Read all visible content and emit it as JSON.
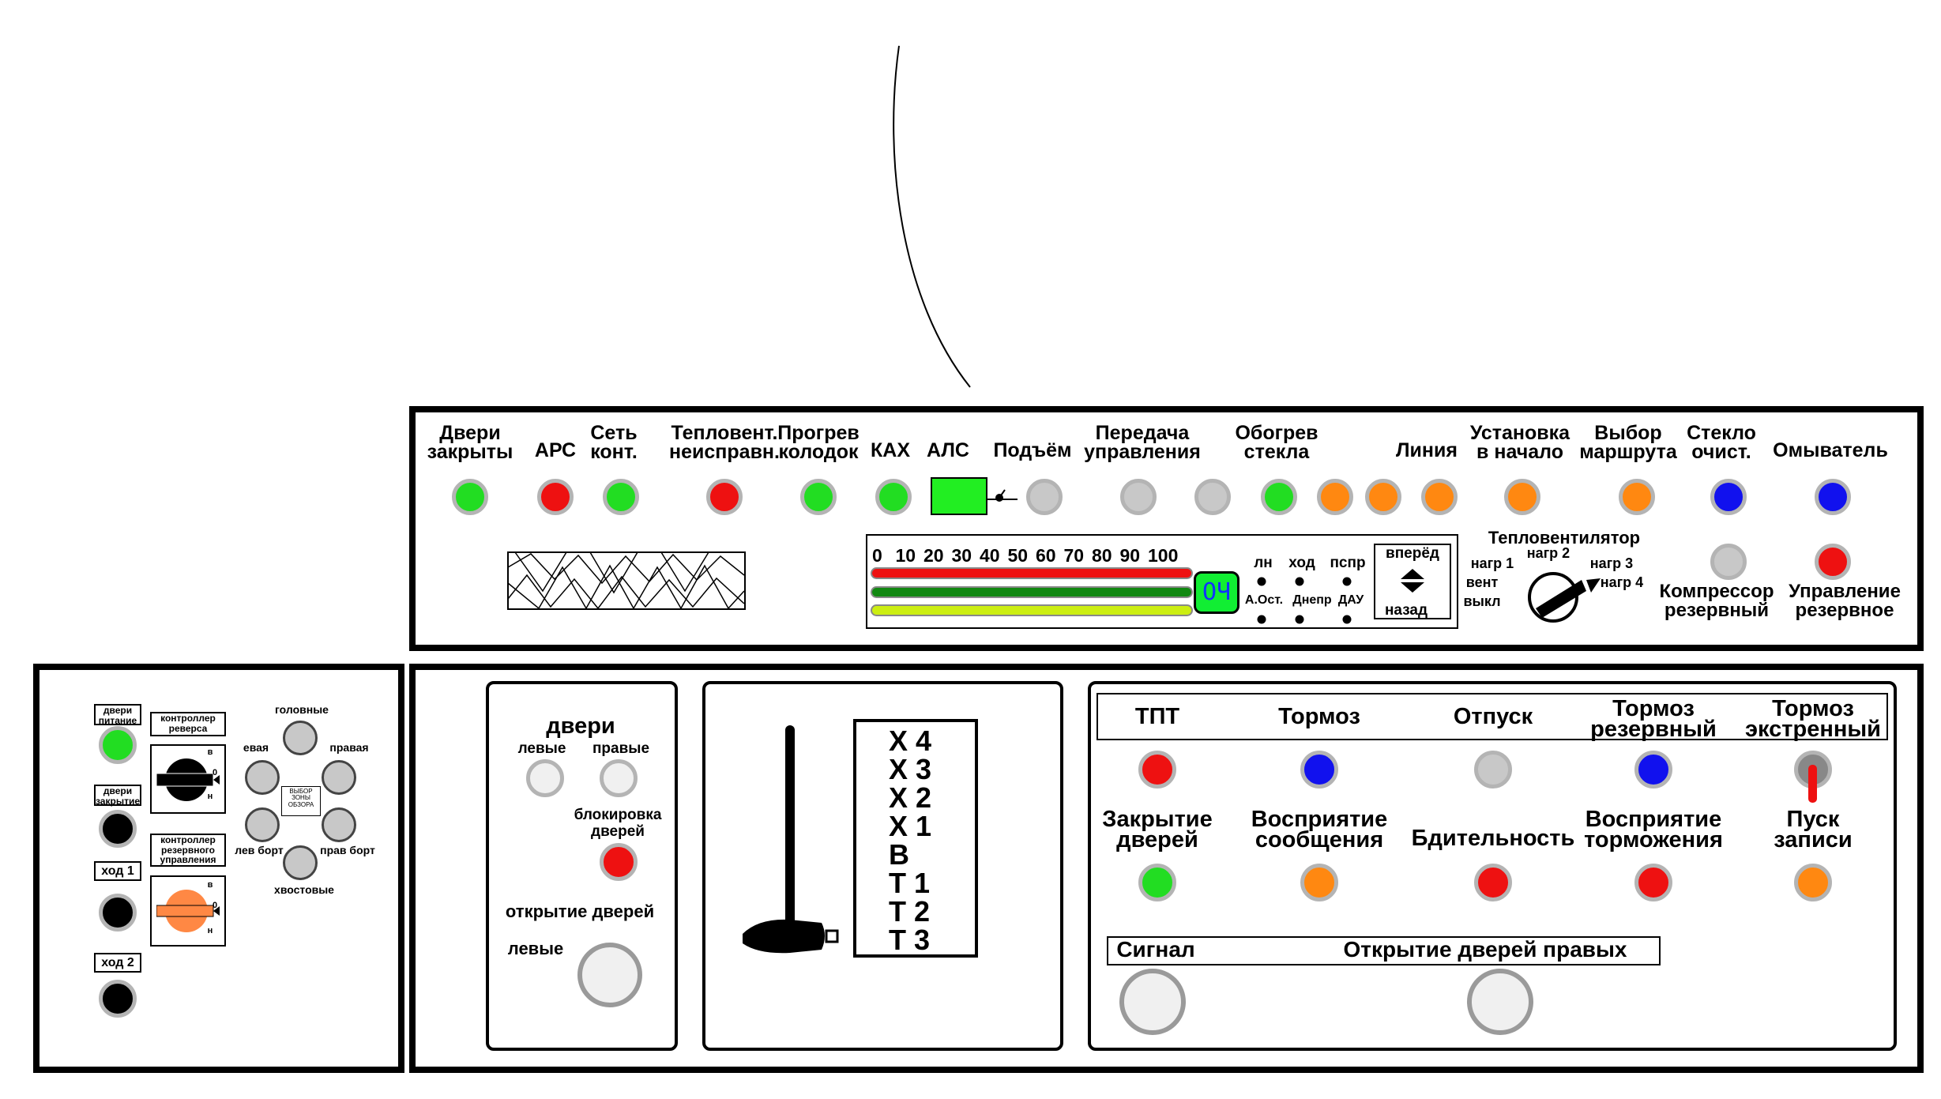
{
  "top_panel": {
    "indicators": [
      {
        "label": "Двери\nзакрыты",
        "color": "#22dd22"
      },
      {
        "label": "АРС",
        "color": "#ee1111"
      },
      {
        "label": "Сеть\nконт.",
        "color": "#22dd22"
      },
      {
        "label": "Тепловент.\nнеисправн.",
        "color": "#ee1111"
      },
      {
        "label": "Прогрев\nколодок",
        "color": "#22dd22"
      },
      {
        "label": "КАХ",
        "color": "#22dd22"
      },
      {
        "label": "АЛС",
        "color": "#22ee22"
      },
      {
        "label": "Подъём",
        "color": "#c8c8c8"
      },
      {
        "label": "Передача\nуправления",
        "color": "#c8c8c8"
      },
      {
        "label": "Обогрев\nстекла",
        "color": "#22dd22"
      },
      {
        "label": "Линия",
        "color": "#ff8811"
      },
      {
        "label": "Установка\nв начало",
        "color": "#ff8811"
      },
      {
        "label": "Выбор\nмаршрута",
        "color": "#ff8811"
      },
      {
        "label": "Стекло\nочист.",
        "color": "#1111ee"
      },
      {
        "label": "Омыватель",
        "color": "#1111ee"
      }
    ],
    "extra_lamps": {
      "transfer_second": "#c8c8c8",
      "heating_2": "#ff8811",
      "heating_3": "#ff8811"
    },
    "speedometer": {
      "scale": [
        "0",
        "10",
        "20",
        "30",
        "40",
        "50",
        "60",
        "70",
        "80",
        "90",
        "100"
      ],
      "bars": [
        "#ee1111",
        "#118811",
        "#ccee11"
      ],
      "och_label": "ОЧ",
      "modes_top": [
        "лн",
        "ход",
        "пспр"
      ],
      "modes_bottom": [
        "А.Ост.",
        "Днепр",
        "ДАУ"
      ],
      "direction_forward": "вперёд",
      "direction_back": "назад"
    },
    "heater_switch": {
      "title": "Тепловентилятор",
      "positions": [
        "нагр 1",
        "нагр 2",
        "нагр 3",
        "нагр 4",
        "вент",
        "выкл"
      ]
    },
    "compressor": {
      "label": "Компрессор\nрезервный",
      "color": "#c8c8c8"
    },
    "reserve_control": {
      "label": "Управление\nрезервное",
      "color": "#ee1111"
    }
  },
  "left_panel": {
    "switches": [
      {
        "label": "двери\nпитание",
        "color": "#22dd22"
      },
      {
        "label": "двери\nзакрытие",
        "color": "#000000"
      },
      {
        "label": "ход 1",
        "color": "#000000"
      },
      {
        "label": "ход 2",
        "color": "#000000"
      }
    ],
    "reverse_controller": {
      "label": "контроллер\nреверса",
      "marks": [
        "в",
        "0",
        "н"
      ]
    },
    "reserve_controller": {
      "label": "контроллер\nрезервного\nуправления",
      "marks": [
        "в",
        "0",
        "н"
      ]
    },
    "mirrors": {
      "center_label": "ВЫБОР\nЗОНЫ\nОБЗОРА",
      "labels": [
        "головные",
        "евая",
        "правая",
        "лев борт",
        "прав борт",
        "хвостовые"
      ]
    }
  },
  "doors_panel": {
    "title": "двери",
    "left": "левые",
    "right": "правые",
    "block_label": "блокировка\nдверей",
    "block_color": "#ee1111",
    "open_label": "открытие  дверей",
    "open_left": "левые"
  },
  "controller": {
    "positions": [
      "Х 4",
      "Х 3",
      "Х 2",
      "Х 1",
      "В",
      "Т 1",
      "Т 2",
      "Т 3"
    ]
  },
  "brake_panel": {
    "row1": [
      {
        "label": "ТПТ",
        "color": "#ee1111"
      },
      {
        "label": "Тормоз",
        "color": "#1111ee"
      },
      {
        "label": "Отпуск",
        "color": "#c8c8c8"
      },
      {
        "label": "Тормоз\nрезервный",
        "color": "#1111ee"
      },
      {
        "label": "Тормоз\nэкстренный",
        "color": "#888888"
      }
    ],
    "row2": [
      {
        "label": "Закрытие\nдверей",
        "color": "#22dd22"
      },
      {
        "label": "Восприятие\nсообщения",
        "color": "#ff8811"
      },
      {
        "label": "Бдительность",
        "color": "#ee1111"
      },
      {
        "label": "Восприятие\nторможения",
        "color": "#ee1111"
      },
      {
        "label": "Пуск\nзаписи",
        "color": "#ff8811"
      }
    ],
    "signal_label": "Сигнал",
    "open_right_label": "Открытие  дверей  правых"
  }
}
